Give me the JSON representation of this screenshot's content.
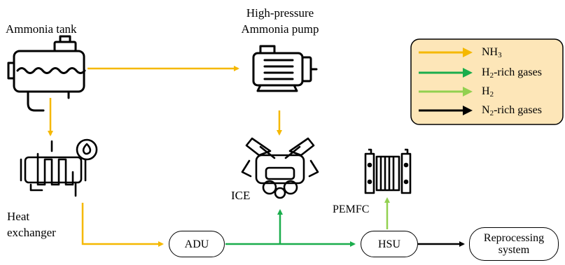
{
  "labels": {
    "ammonia_tank": "Ammonia tank",
    "pump_line1": "High-pressure",
    "pump_line2": "Ammonia pump",
    "heat_exchanger_line1": "Heat",
    "heat_exchanger_line2": "exchanger",
    "ice": "ICE",
    "pemfc": "PEMFC"
  },
  "nodes": {
    "adu": "ADU",
    "hsu": "HSU",
    "reprocessing_line1": "Reprocessing",
    "reprocessing_line2": "system"
  },
  "legend": [
    {
      "key": "nh3",
      "text": "NH",
      "sub": "3",
      "after": "",
      "color": "#f5b800"
    },
    {
      "key": "h2_rich",
      "text": "H",
      "sub": "2",
      "after": "-rich gases",
      "color": "#1aad4c"
    },
    {
      "key": "h2",
      "text": "H",
      "sub": "2",
      "after": "",
      "color": "#92d050"
    },
    {
      "key": "n2_rich",
      "text": "N",
      "sub": "2",
      "after": "-rich gases",
      "color": "#000000"
    }
  ],
  "colors": {
    "nh3": "#f5b800",
    "h2_rich": "#1aad4c",
    "h2": "#92d050",
    "n2_rich": "#000000",
    "legend_bg": "#fde6b8"
  },
  "icons": [
    "tank-icon",
    "pump-motor-icon",
    "heat-exchanger-icon",
    "engine-icon",
    "fuel-cell-icon"
  ]
}
